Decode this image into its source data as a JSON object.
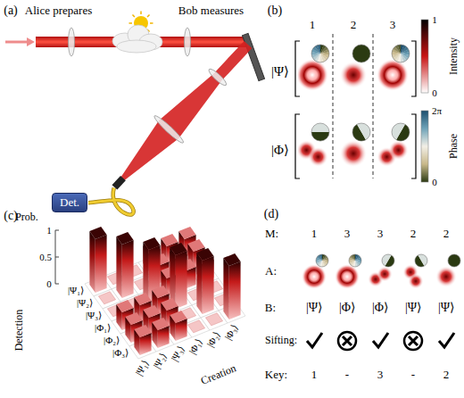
{
  "diagram": {
    "nodes": [
      {
        "text": [
          "Det."
        ]
      }
    ],
    "labels": [
      "(a)",
      "Alice prepares",
      "Bob measures",
      "(b)",
      "1",
      "2",
      "3",
      "|Ψ⟩",
      "|Φ⟩",
      "1",
      "0",
      "Intensity",
      "2π",
      "0",
      "Phase",
      "(c)",
      "Prob.",
      "1",
      "0.5",
      "0",
      "Detection",
      "|Ψ₁⟩",
      "|Ψ₂⟩",
      "|Ψ₃⟩",
      "|Φ₁⟩",
      "|Φ₂⟩",
      "|Φ₃⟩",
      "Creation",
      "|Ψ₁⟩",
      "|Ψ₂⟩",
      "|Ψ₃⟩",
      "|Φ₁⟩",
      "|Φ₂⟩",
      "|Φ₃⟩",
      "(d)",
      "M:",
      "1",
      "3",
      "3",
      "2",
      "2",
      "A:",
      "B:",
      "|Ψ⟩",
      "|Φ⟩",
      "|Φ⟩",
      "|Ψ⟩",
      "|Ψ⟩",
      "Sifting:",
      "Key:",
      "1",
      "-",
      "3",
      "-",
      "2"
    ]
  }
}
